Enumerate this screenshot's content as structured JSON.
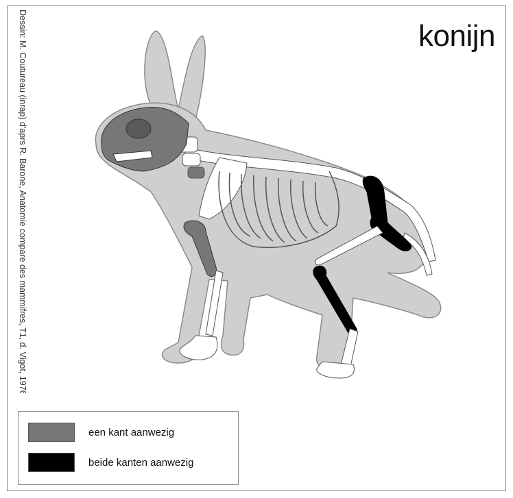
{
  "title": "konijn",
  "credit": "Dessin: M. Coutureau (inrap) d'aprs R. Barone, Anatomie compare des mammifres, T1, d. Vigot, 1976",
  "legend": {
    "items": [
      {
        "label": "een kant aanwezig",
        "color": "#777777"
      },
      {
        "label": "beide kanten aanwezig",
        "color": "#000000"
      }
    ]
  },
  "colors": {
    "silhouette": "#cfcfcf",
    "bone": "#ffffff",
    "one_side": "#777777",
    "both_sides": "#000000"
  }
}
